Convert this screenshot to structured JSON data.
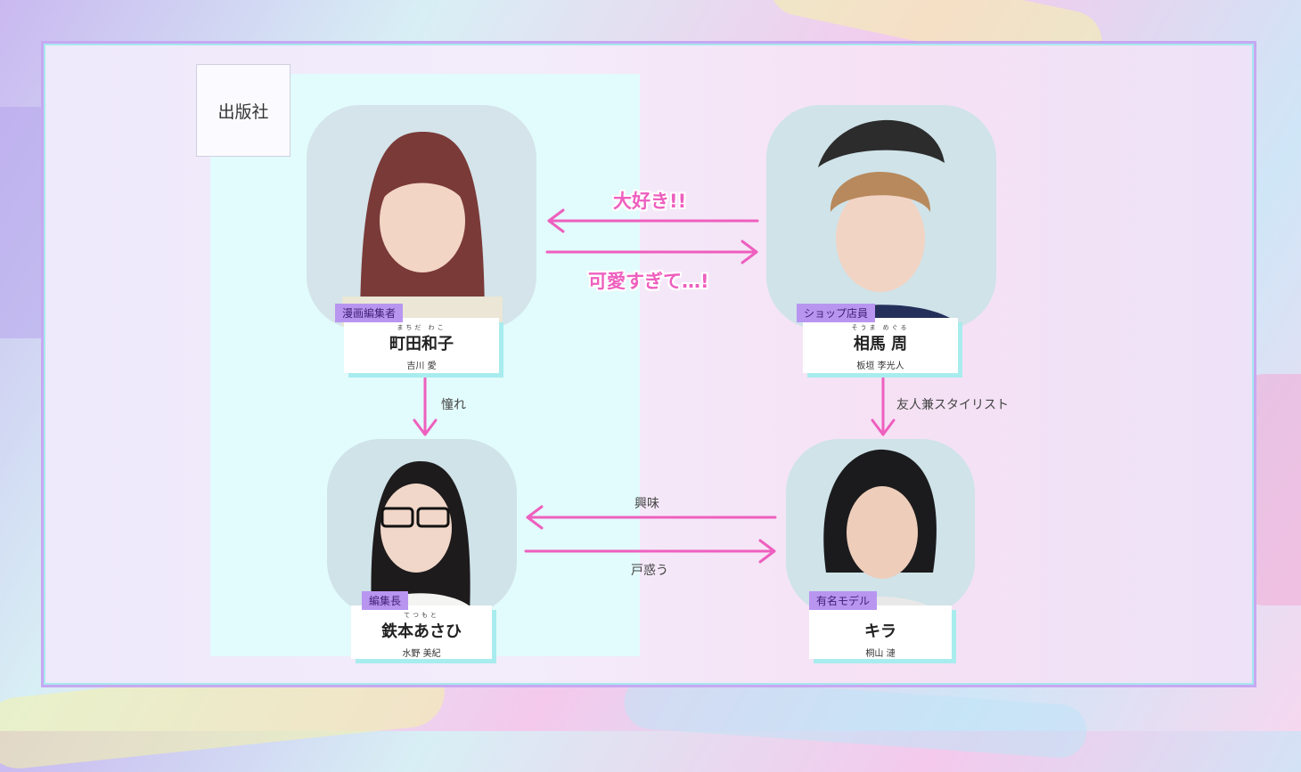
{
  "publisher": {
    "label": "出版社"
  },
  "characters": [
    {
      "id": "machida",
      "role": "漫画編集者",
      "ruby": "まちだ わこ",
      "name": "町田和子",
      "actor": "吉川 愛"
    },
    {
      "id": "souma",
      "role": "ショップ店員",
      "ruby": "そうま めぐる",
      "name": "相馬 周",
      "actor": "板垣 李光人"
    },
    {
      "id": "tetsumoto",
      "role": "編集長",
      "ruby": "てつもと",
      "name": "鉄本あさひ",
      "actor": "水野 美紀"
    },
    {
      "id": "kira",
      "role": "有名モデル",
      "ruby": "",
      "name": "キラ",
      "actor": "桐山 漣"
    }
  ],
  "relations": {
    "souma_to_machida": "大好き!!",
    "machida_to_souma": "可愛すぎて…!",
    "machida_to_tetsumoto": "憧れ",
    "souma_to_kira": "友人兼スタイリスト",
    "kira_to_tetsumoto": "興味",
    "tetsumoto_to_kira": "戸惑う"
  },
  "colors": {
    "accent_pink": "#ee5fbe",
    "role_tag": "#b896f0",
    "card_shadow": "#a8ecee",
    "publisher_zone": "#e2fbfc"
  }
}
